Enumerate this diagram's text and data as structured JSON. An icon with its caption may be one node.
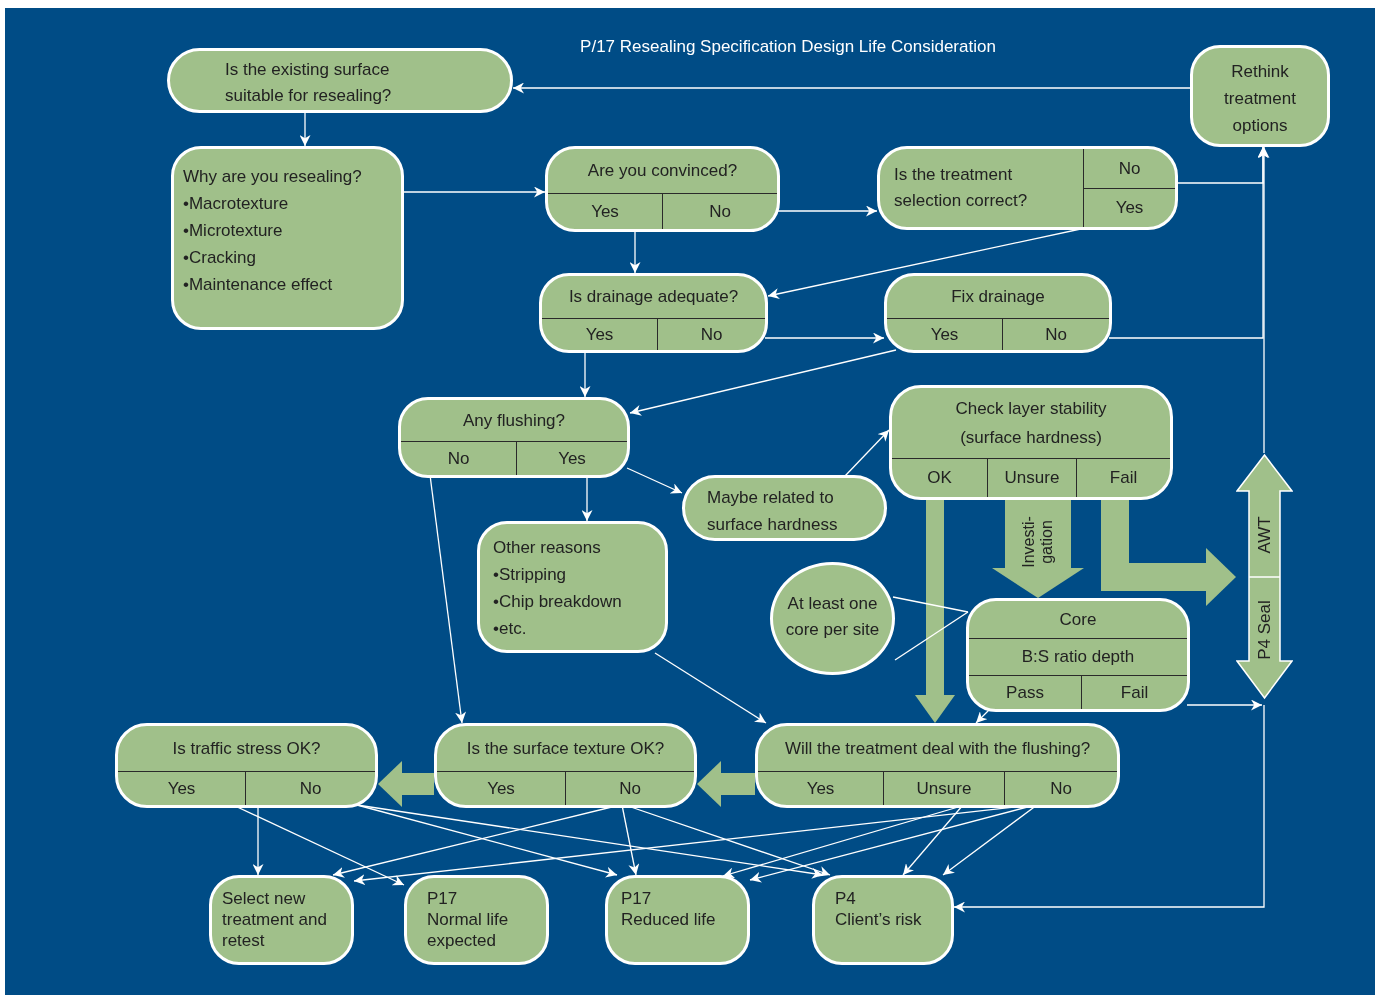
{
  "diagram": {
    "title": "P/17 Resealing Specification Design Life Consideration",
    "nodes": [
      {
        "text": [
          "Is the existing surface suitable for resealing?"
        ]
      },
      {
        "text": [
          "Rethink treatment options"
        ]
      },
      {
        "text": [
          "Why are you resealing?",
          "•Macrotexture",
          "•Microtexture",
          "•Cracking",
          "•Maintenance effect"
        ]
      },
      {
        "text": [
          "Are you convinced?"
        ]
      },
      {
        "text": [
          "Yes"
        ],
        "in": 3
      },
      {
        "text": [
          "No"
        ],
        "in": 3
      },
      {
        "text": [
          "Is the treatment selection correct?"
        ]
      },
      {
        "text": [
          "No"
        ],
        "in": 6
      },
      {
        "text": [
          "Yes"
        ],
        "in": 6
      },
      {
        "text": [
          "Is drainage adequate?"
        ]
      },
      {
        "text": [
          "Yes"
        ],
        "in": 9
      },
      {
        "text": [
          "No"
        ],
        "in": 9
      },
      {
        "text": [
          "Fix drainage"
        ]
      },
      {
        "text": [
          "Yes"
        ],
        "in": 12
      },
      {
        "text": [
          "No"
        ],
        "in": 12
      },
      {
        "text": [
          "Any flushing?"
        ]
      },
      {
        "text": [
          "No"
        ],
        "in": 15
      },
      {
        "text": [
          "Yes"
        ],
        "in": 15
      },
      {
        "text": [
          "Check layer stability (surface hardness)"
        ]
      },
      {
        "text": [
          "OK"
        ],
        "in": 18
      },
      {
        "text": [
          "Unsure"
        ],
        "in": 18
      },
      {
        "text": [
          "Fail"
        ],
        "in": 18
      },
      {
        "text": [
          "Maybe related to surface hardness"
        ]
      },
      {
        "text": [
          "Other reasons",
          "•Stripping",
          "•Chip breakdown",
          "•etc."
        ]
      },
      {
        "text": [
          "At least one core per site"
        ]
      },
      {
        "text": [
          "Core"
        ]
      },
      {
        "text": [
          "B:S ratio depth"
        ],
        "in": 25
      },
      {
        "text": [
          "Pass"
        ],
        "in": 25
      },
      {
        "text": [
          "Fail"
        ],
        "in": 25
      },
      {
        "text": [
          "AWT",
          "P4 Seal"
        ]
      },
      {
        "text": [
          "Is traffic stress OK?"
        ]
      },
      {
        "text": [
          "Yes"
        ],
        "in": 30
      },
      {
        "text": [
          "No"
        ],
        "in": 30
      },
      {
        "text": [
          "Is the surface texture OK?"
        ]
      },
      {
        "text": [
          "Yes"
        ],
        "in": 33
      },
      {
        "text": [
          "No"
        ],
        "in": 33
      },
      {
        "text": [
          "Will the treatment deal with the flushing?"
        ]
      },
      {
        "text": [
          "Yes"
        ],
        "in": 36
      },
      {
        "text": [
          "Unsure"
        ],
        "in": 36
      },
      {
        "text": [
          "No"
        ],
        "in": 36
      },
      {
        "text": [
          "Select new treatment and retest"
        ]
      },
      {
        "text": [
          "P17",
          "Normal life expected"
        ]
      },
      {
        "text": [
          "P17",
          "Reduced life"
        ]
      },
      {
        "text": [
          "P4",
          "Client’s risk"
        ]
      }
    ],
    "edges": [
      {
        "from": 0,
        "to": 2,
        "arrow": "to"
      },
      {
        "from": 1,
        "to": 0,
        "arrow": "to"
      },
      {
        "from": 2,
        "to": 3,
        "arrow": "to"
      },
      {
        "from": 4,
        "to": 9,
        "arrow": "to"
      },
      {
        "from": 5,
        "to": 6,
        "arrow": "to"
      },
      {
        "from": 7,
        "to": 1,
        "arrow": "to"
      },
      {
        "from": 8,
        "to": 9,
        "arrow": "to"
      },
      {
        "from": 10,
        "to": 15,
        "arrow": "to"
      },
      {
        "from": 11,
        "to": 12,
        "arrow": "to"
      },
      {
        "from": 13,
        "to": 15,
        "arrow": "to"
      },
      {
        "from": 14,
        "to": 1,
        "arrow": "to"
      },
      {
        "from": 16,
        "to": 33,
        "arrow": "to"
      },
      {
        "from": 17,
        "to": 23,
        "arrow": "to"
      },
      {
        "from": 17,
        "to": 22,
        "arrow": "to"
      },
      {
        "from": 22,
        "to": 18,
        "arrow": "to"
      },
      {
        "from": 19,
        "to": 36,
        "arrow": "to",
        "style": "thick",
        "color": "#a0c08a"
      },
      {
        "from": 20,
        "to": 25,
        "arrow": "to",
        "style": "thick",
        "label": "Investi- gation",
        "color": "#a0c08a"
      },
      {
        "from": 21,
        "to": 29,
        "arrow": "to",
        "style": "thick",
        "color": "#a0c08a"
      },
      {
        "from": 24,
        "to": 25,
        "arrow": "none"
      },
      {
        "from": 24,
        "to": 25,
        "arrow": "none"
      },
      {
        "from": 23,
        "to": 36,
        "arrow": "to"
      },
      {
        "from": 27,
        "to": 36,
        "arrow": "to"
      },
      {
        "from": 28,
        "to": 29,
        "arrow": "to"
      },
      {
        "from": 29,
        "to": 1,
        "arrow": "to"
      },
      {
        "from": 29,
        "to": 43,
        "arrow": "to"
      },
      {
        "from": 36,
        "to": 33,
        "arrow": "to",
        "style": "thick",
        "color": "#a0c08a"
      },
      {
        "from": 33,
        "to": 30,
        "arrow": "to",
        "style": "thick",
        "color": "#a0c08a"
      },
      {
        "from": 32,
        "to": 40,
        "arrow": "to"
      },
      {
        "from": 31,
        "to": 41,
        "arrow": "to"
      },
      {
        "from": 32,
        "to": 42,
        "arrow": "to"
      },
      {
        "from": 32,
        "to": 43,
        "arrow": "to"
      },
      {
        "from": 35,
        "to": 40,
        "arrow": "to"
      },
      {
        "from": 35,
        "to": 42,
        "arrow": "to"
      },
      {
        "from": 35,
        "to": 43,
        "arrow": "to"
      },
      {
        "from": 38,
        "to": 42,
        "arrow": "to"
      },
      {
        "from": 38,
        "to": 43,
        "arrow": "to"
      },
      {
        "from": 39,
        "to": 40,
        "arrow": "to"
      },
      {
        "from": 39,
        "to": 42,
        "arrow": "to"
      },
      {
        "from": 39,
        "to": 43,
        "arrow": "to"
      }
    ]
  }
}
